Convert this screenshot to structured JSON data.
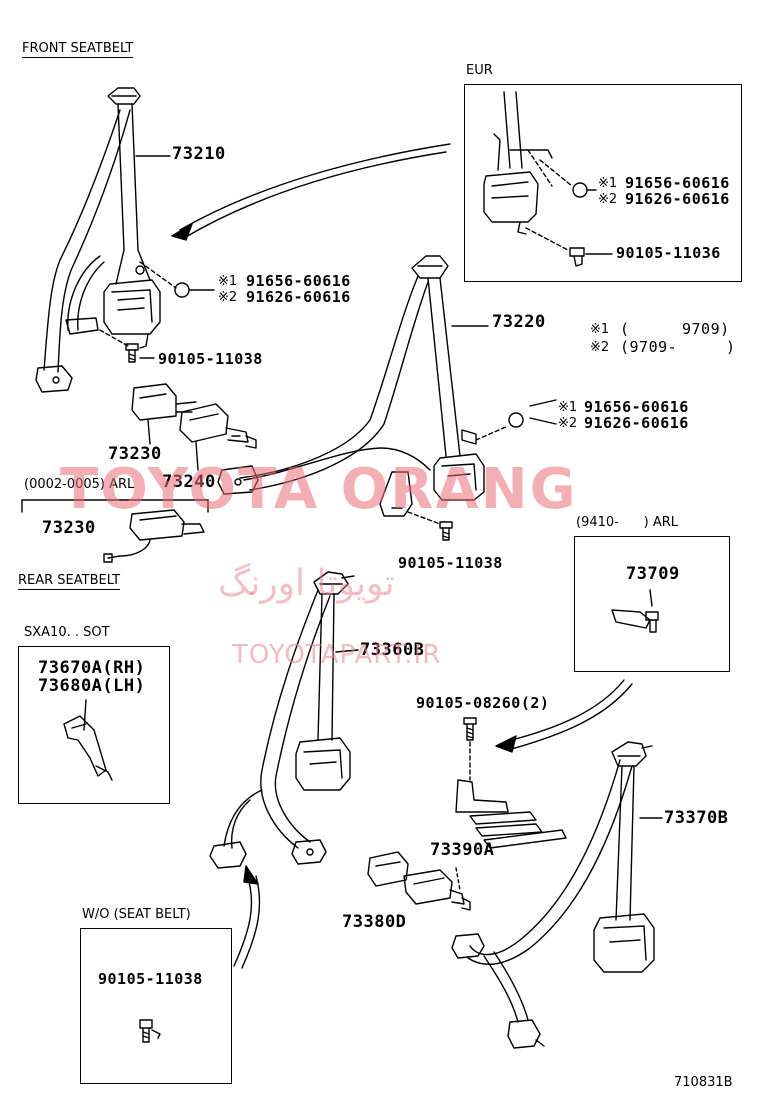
{
  "sections": {
    "front": "FRONT SEATBELT",
    "rear": "REAR SEATBELT"
  },
  "eur": {
    "title": "EUR",
    "mark1": "※1",
    "mark2": "※2",
    "bolt_a": "91656-60616",
    "bolt_b": "91626-60616",
    "screw": "90105-11036"
  },
  "front": {
    "retractor_left": "73210",
    "retractor_right": "73220",
    "buckle": "73230",
    "buckle_pair": "73240",
    "mark1": "※1",
    "mark2": "※2",
    "left_bolt_a": "91656-60616",
    "left_bolt_b": "91626-60616",
    "left_screw": "90105-11038",
    "right_bolt_a": "91656-60616",
    "right_bolt_b": "91626-60616",
    "right_screw": "90105-11038",
    "note1_open": "(",
    "note1_close": "9709)",
    "note2_open": "(9709-",
    "note2_close": ")"
  },
  "arl_buckle": {
    "title": "(0002-0005) ARL",
    "part": "73230"
  },
  "arl_box": {
    "title": "(9410-      ) ARL",
    "part": "73709"
  },
  "sxa": {
    "title": "SXA10. . SOT",
    "part_rh": "73670A(RH)",
    "part_lh": "73680A(LH)"
  },
  "rear": {
    "left_retractor": "73360B",
    "right_retractor": "73370B",
    "screws": "90105-08260(2)",
    "buckle_a": "73390A",
    "buckle_d": "73380D"
  },
  "wo_box": {
    "title": "W/O (SEAT BELT)",
    "part": "90105-11038"
  },
  "watermark": {
    "main": "TOYOTA ORANG",
    "persian": "تویوتا اورنگ",
    "url": "TOYOTAPART.IR"
  },
  "figure_id": "710831B"
}
